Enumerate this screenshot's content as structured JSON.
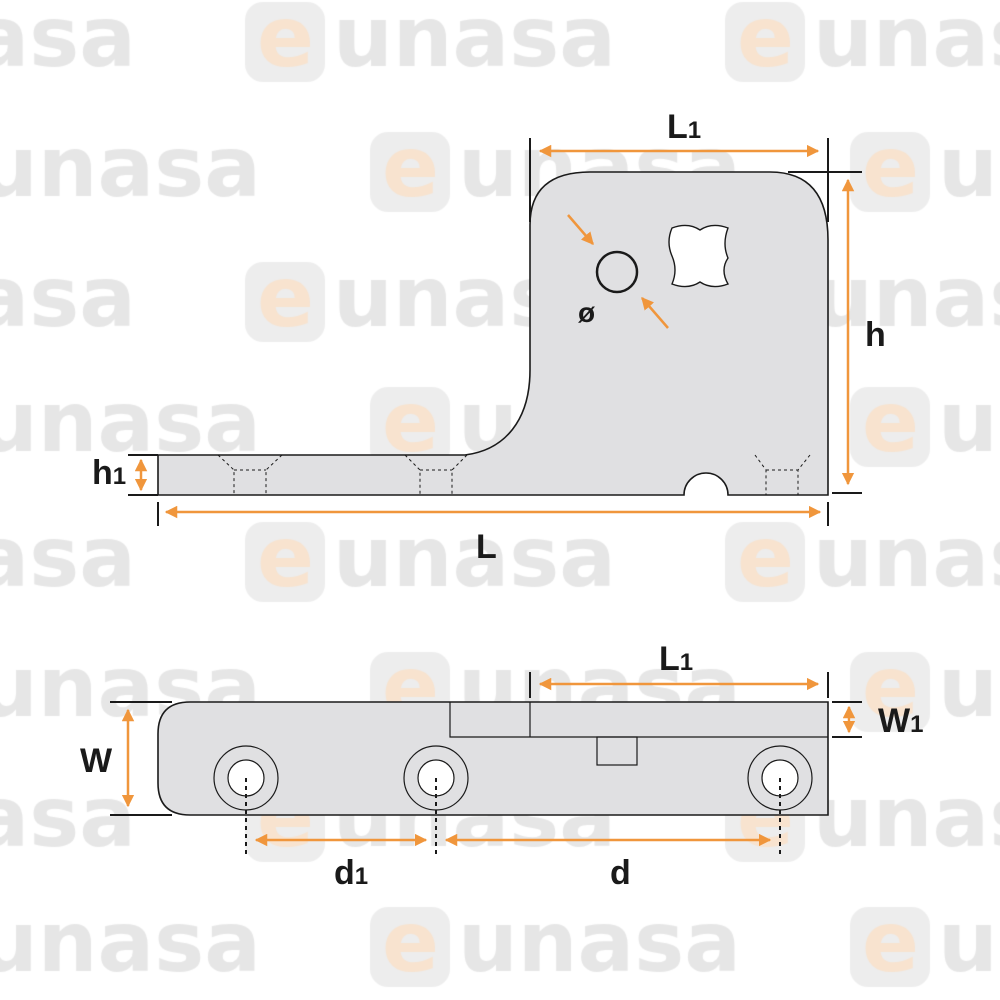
{
  "watermark": {
    "brand": "eunasa"
  },
  "colors": {
    "dimension": "#f0963c",
    "part": "#e0e0e2",
    "outline": "#1a1a1a",
    "watermark": "#e6e6e6"
  },
  "top_view": {
    "L1": {
      "main": "L",
      "sub": "1"
    },
    "h": "h",
    "diameter": "ø",
    "h1": {
      "main": "h",
      "sub": "1"
    },
    "L": "L"
  },
  "bottom_view": {
    "L1": {
      "main": "L",
      "sub": "1"
    },
    "W": "W",
    "W1": {
      "main": "W",
      "sub": "1"
    },
    "d1": {
      "main": "d",
      "sub": "1"
    },
    "d": "d"
  }
}
